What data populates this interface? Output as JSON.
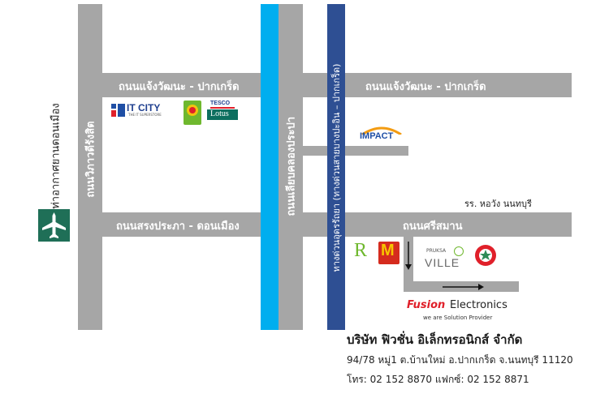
{
  "roads": {
    "chaengwattana_left": "ถนนแจ้งวัฒนะ - ปากเกร็ด",
    "chaengwattana_right": "ถนนแจ้งวัฒนะ - ปากเกร็ด",
    "vibhavadi": "ถนนวิภาวดีรังสิต",
    "songprapa": "ถนนสรงประภา - ดอนเมือง",
    "khlong_prapa": "ถนนเลียบคลองประปา",
    "expressway": "ทางด่วนอุดรรัถยา (ทางด่วนสายบางปะอิน – ปากเกร็ด)",
    "srisaman": "ถนนศรีสมาน"
  },
  "labels": {
    "airport": "ท่าอากาศยานดอนเมือง",
    "school": "รร. หอวัง นนทบุรี"
  },
  "pois": {
    "itcity": "IT CITY",
    "itcity_tag": "THE IT SUPERSTORE",
    "tesco": "TESCO",
    "lotus": "Lotus",
    "impact": "IMPACT",
    "pruksa": "PRUKSA",
    "ville": "VILLE",
    "mcd": "M",
    "robinson": "R"
  },
  "company": {
    "brand_fusion": "Fusion",
    "brand_electronics": "Electronics",
    "slogan": "we are Solution Provider",
    "name_th": "บริษัท ฟิวชั่น อิเล็กทรอนิกส์ จำกัด",
    "address": "94/78 หมู่1 ต.บ้านใหม่ อ.ปากเกร็ด จ.นนทบุรี  11120",
    "contact": "โทร: 02 152 8870  แฟกซ์: 02 152 8871"
  },
  "colors": {
    "road": "#a6a6a6",
    "canal": "#00aeef",
    "expressway": "#2e4f93",
    "airport_bg": "#1f6f57",
    "fusion_red": "#e0202a"
  }
}
